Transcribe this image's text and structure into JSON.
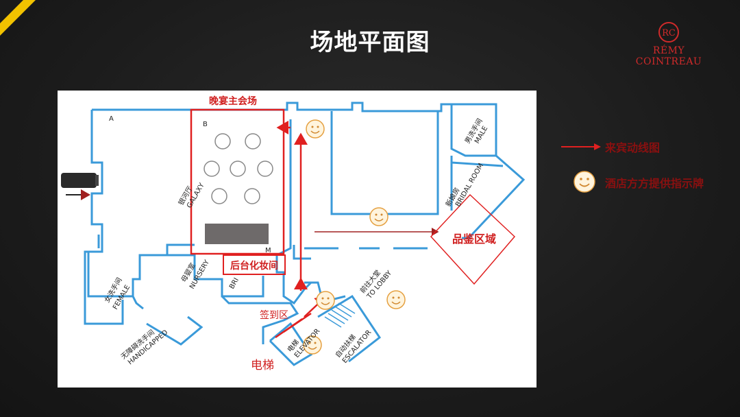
{
  "slide": {
    "title": "场地平面图",
    "brand": {
      "monogram": "RC",
      "name": "RÉMY COINTREAU",
      "color": "#d02a2a"
    }
  },
  "colors": {
    "wall": "#3a9ad9",
    "route": "#e02020",
    "sign_face": "#f0c060",
    "background": "#1e1e1e",
    "accent": "#f2c200"
  },
  "legend": [
    {
      "icon": "arrow-icon",
      "label": "来宾动线图"
    },
    {
      "icon": "smiley-icon",
      "label": "酒店方方提供指示牌"
    }
  ],
  "plan": {
    "zones": {
      "main_hall": "晚宴主会场",
      "backstage": "后台化妆间",
      "tasting": "品鉴区域",
      "signin": "签到区",
      "elevator": "电梯"
    },
    "labels": {
      "room_a": "A",
      "room_b": "B",
      "galaxy_cn": "银河厅",
      "galaxy_en": "GALAXY",
      "male_cn": "男洗手间",
      "male_en": "MALE",
      "bridal_cn": "新娘房",
      "bridal_en": "BRIDAL ROOM",
      "female_cn": "女洗手间",
      "female_en": "FEMALE",
      "nursery_cn": "母婴室",
      "nursery_en": "NURSERY",
      "handicapped_cn": "无障碍洗手间",
      "handicapped_en": "HANDICAPPED",
      "lobby_cn": "前往大堂",
      "lobby_en": "TO LOBBY",
      "escalator_cn": "自动扶梯",
      "escalator_en": "ESCALATOR",
      "elevator_cn": "电梯",
      "elevator_en": "ELEVATOR",
      "bridal_small": "BRI",
      "m": "M"
    }
  }
}
